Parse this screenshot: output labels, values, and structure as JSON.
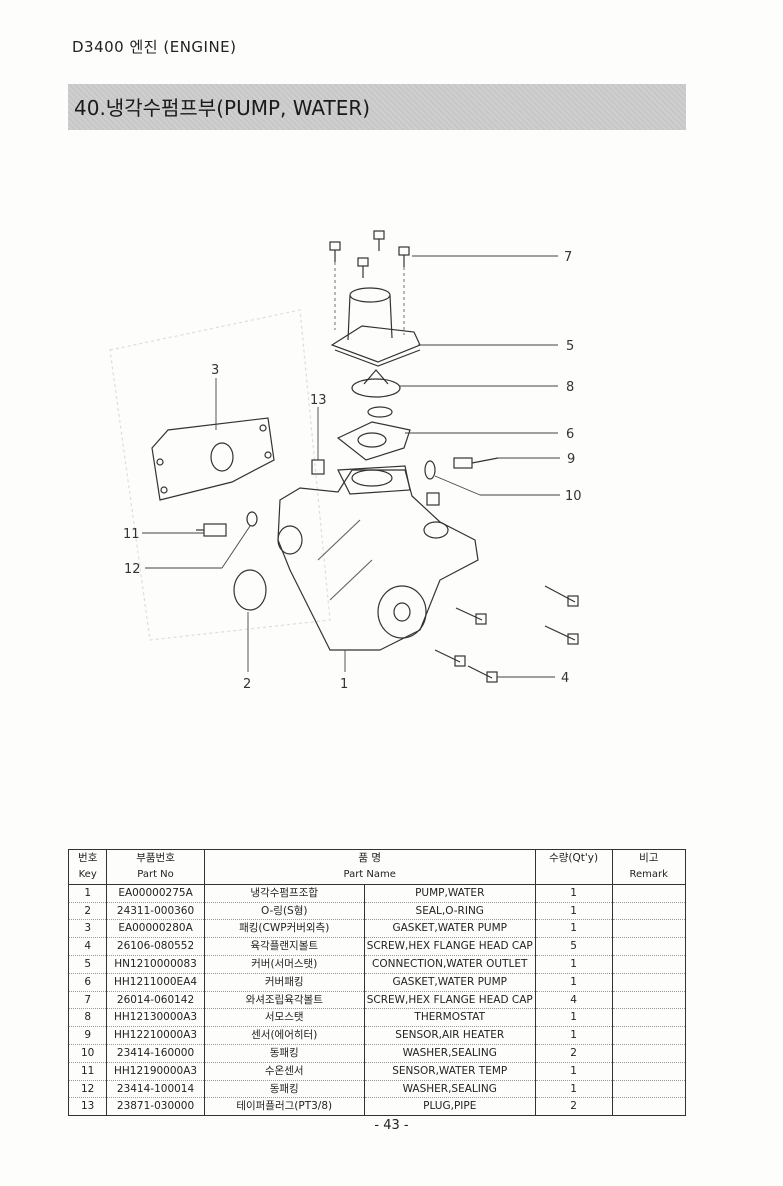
{
  "header": {
    "title": "D3400 엔진 (ENGINE)"
  },
  "section": {
    "title": "40.냉각수펌프부(PUMP, WATER)"
  },
  "diagram": {
    "callouts": [
      "1",
      "2",
      "3",
      "4",
      "5",
      "6",
      "7",
      "8",
      "9",
      "10",
      "11",
      "12",
      "13"
    ]
  },
  "table": {
    "headers": {
      "key_kr": "번호",
      "key_en": "Key",
      "part_kr": "부품번호",
      "part_en": "Part No",
      "name_kr": "품 명",
      "name_en": "Part Name",
      "qty": "수량(Qt'y)",
      "remark_kr": "비고",
      "remark_en": "Remark"
    },
    "rows": [
      {
        "key": "1",
        "part": "EA00000275A",
        "kr": "냉각수펌프조합",
        "en": "PUMP,WATER",
        "qty": "1"
      },
      {
        "key": "2",
        "part": "24311-000360",
        "kr": "O-링(S형)",
        "en": "SEAL,O-RING",
        "qty": "1"
      },
      {
        "key": "3",
        "part": "EA00000280A",
        "kr": "패킹(CWP커버외측)",
        "en": "GASKET,WATER PUMP",
        "qty": "1"
      },
      {
        "key": "4",
        "part": "26106-080552",
        "kr": "육각플랜지볼트",
        "en": "SCREW,HEX FLANGE HEAD CAP",
        "qty": "5"
      },
      {
        "key": "5",
        "part": "HN1210000083",
        "kr": "커버(서머스탯)",
        "en": "CONNECTION,WATER OUTLET",
        "qty": "1"
      },
      {
        "key": "6",
        "part": "HH1211000EA4",
        "kr": "커버패킹",
        "en": "GASKET,WATER PUMP",
        "qty": "1"
      },
      {
        "key": "7",
        "part": "26014-060142",
        "kr": "와셔조립육각볼트",
        "en": "SCREW,HEX FLANGE HEAD CAP",
        "qty": "4"
      },
      {
        "key": "8",
        "part": "HH12130000A3",
        "kr": "서모스탯",
        "en": "THERMOSTAT",
        "qty": "1"
      },
      {
        "key": "9",
        "part": "HH12210000A3",
        "kr": "센서(에어히터)",
        "en": "SENSOR,AIR HEATER",
        "qty": "1"
      },
      {
        "key": "10",
        "part": "23414-160000",
        "kr": "동패킹",
        "en": "WASHER,SEALING",
        "qty": "2"
      },
      {
        "key": "11",
        "part": "HH12190000A3",
        "kr": "수온센서",
        "en": "SENSOR,WATER TEMP",
        "qty": "1"
      },
      {
        "key": "12",
        "part": "23414-100014",
        "kr": "동패킹",
        "en": "WASHER,SEALING",
        "qty": "1"
      },
      {
        "key": "13",
        "part": "23871-030000",
        "kr": "테이퍼플러그(PT3/8)",
        "en": "PLUG,PIPE",
        "qty": "2"
      }
    ]
  },
  "footer": {
    "page": "- 43 -"
  }
}
